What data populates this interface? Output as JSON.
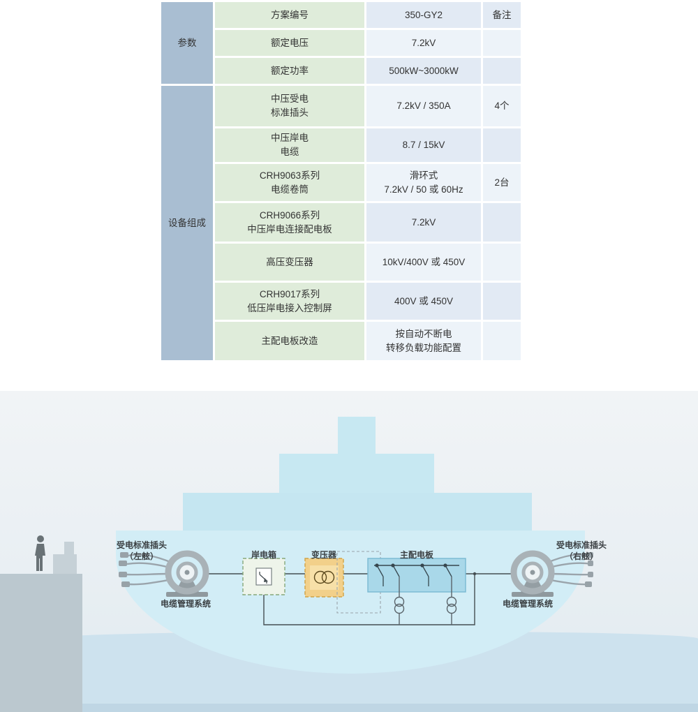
{
  "table": {
    "groups": [
      {
        "label": "参数"
      },
      {
        "label": "设备组成"
      }
    ],
    "rows": [
      {
        "name": "方案编号",
        "value": "350-GY2",
        "remark": "备注"
      },
      {
        "name": "额定电压",
        "value": "7.2kV",
        "remark": ""
      },
      {
        "name": "额定功率",
        "value": "500kW~3000kW",
        "remark": ""
      },
      {
        "name": "中压受电\n标准插头",
        "value": "7.2kV / 350A",
        "remark": "4个"
      },
      {
        "name": "中压岸电\n电缆",
        "value": "8.7 / 15kV",
        "remark": ""
      },
      {
        "name": "CRH9063系列\n电缆卷筒",
        "value": "滑环式\n7.2kV / 50 或 60Hz",
        "remark": "2台"
      },
      {
        "name": "CRH9066系列\n中压岸电连接配电板",
        "value": "7.2kV",
        "remark": ""
      },
      {
        "name": "高压变压器",
        "value": "10kV/400V 或 450V",
        "remark": ""
      },
      {
        "name": "CRH9017系列\n低压岸电接入控制屏",
        "value": "400V 或 450V",
        "remark": ""
      },
      {
        "name": "主配电板改造",
        "value": "按自动不断电\n转移负载功能配置",
        "remark": ""
      }
    ]
  },
  "diagram": {
    "labels": {
      "plug_left": "受电标准插头\n（左舷）",
      "plug_right": "受电标准插头\n（右舷）",
      "cable_mgmt_left": "电缆管理系统",
      "cable_mgmt_right": "电缆管理系统",
      "shore_box": "岸电箱",
      "transformer": "变压器",
      "switchboard": "主配电板"
    },
    "colors": {
      "ship": "#c7e8f2",
      "hull": "#d2edf6",
      "water": "#cde2ee",
      "dock": "#bbc8cf",
      "table_group": "#a9bed2",
      "table_label": "#dfecda",
      "table_value_dark": "#e2eaf4",
      "table_value_light": "#edf3f9",
      "transformer_fill": "#f2d08a",
      "switchboard_fill": "#a9d8e9"
    }
  }
}
